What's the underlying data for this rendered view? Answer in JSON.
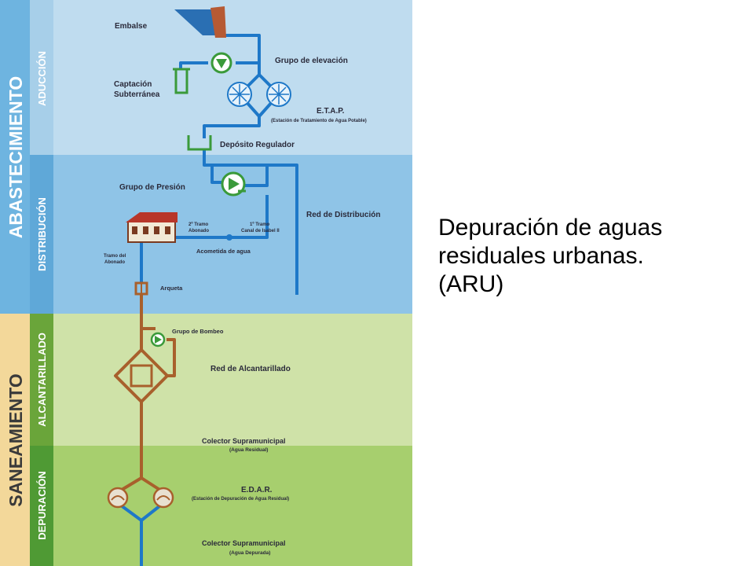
{
  "sections": {
    "abastecimiento": "ABASTECIMIENTO",
    "saneamiento": "SANEAMIENTO"
  },
  "subsections": {
    "aduccion": "ADUCCIÓN",
    "distribucion": "DISTRIBUCIÓN",
    "alcantarillado": "ALCANTARILLADO",
    "depuracion": "DEPURACIÓN"
  },
  "labels": {
    "embalse": "Embalse",
    "grupo_elevacion": "Grupo de elevación",
    "captacion_1": "Captación",
    "captacion_2": "Subterránea",
    "etap": "E.T.A.P.",
    "etap_sub": "(Estación de Tratamiento de Agua Potable)",
    "deposito": "Depósito Regulador",
    "grupo_presion": "Grupo de Presión",
    "red_distribucion": "Red de Distribución",
    "tramo2_1": "2º Tramo",
    "tramo2_2": "Abonado",
    "tramo1_1": "1º Tramo",
    "tramo1_2": "Canal de Isabel II",
    "acometida": "Acometida de agua",
    "tramo_abonado_1": "Tramo del",
    "tramo_abonado_2": "Abonado",
    "arqueta": "Arqueta",
    "grupo_bombeo": "Grupo de Bombeo",
    "red_alcantarillado": "Red de Alcantarillado",
    "colector_1": "Colector Supramunicipal",
    "colector_1_sub": "(Agua Residual)",
    "edar": "E.D.A.R.",
    "edar_sub": "(Estación de Depuración de Agua Residual)",
    "colector_2": "Colector Supramunicipal",
    "colector_2_sub": "(Agua Depurada)"
  },
  "caption": {
    "line1": "Depuración de aguas",
    "line2": "residuales urbanas.",
    "line3": "(ARU)"
  },
  "colors": {
    "aduccion_bg": "#bfdcef",
    "distribucion_bg": "#8fc4e7",
    "alcantarillado_bg": "#cfe2a8",
    "depuracion_bg": "#a7cf6e",
    "water_pipe": "#1e78c8",
    "sewer_pipe": "#a8602c",
    "green_device": "#3a9a3a",
    "abastecimiento_band": "#6eb4e0",
    "saneamiento_band": "#f3d89a"
  }
}
